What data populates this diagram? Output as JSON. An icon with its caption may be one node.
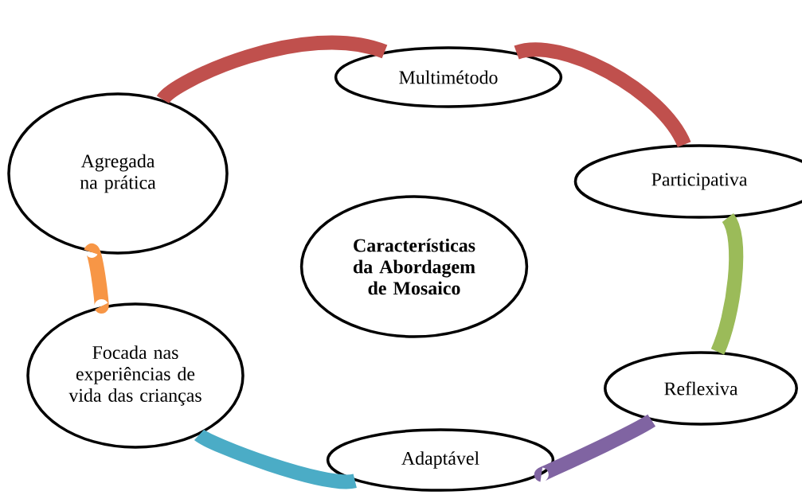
{
  "diagram": {
    "nodes": [
      {
        "text": [
          "Características da Abordagem de Mosaico"
        ]
      },
      {
        "text": [
          "Multimétodo"
        ]
      },
      {
        "text": [
          "Participativa"
        ]
      },
      {
        "text": [
          "Reflexiva"
        ]
      },
      {
        "text": [
          "Adaptável"
        ]
      },
      {
        "text": [
          "Focada nas experiências de vida das crianças"
        ]
      },
      {
        "text": [
          "Agregada na prática"
        ]
      }
    ],
    "edges": [
      {
        "from": 1,
        "to": 2,
        "arrow": "none",
        "color": "#c0504d"
      },
      {
        "from": 2,
        "to": 3,
        "arrow": "none",
        "color": "#9bbb59"
      },
      {
        "from": 3,
        "to": 4,
        "arrow": "none",
        "color": "#8064a2"
      },
      {
        "from": 4,
        "to": 5,
        "arrow": "none",
        "color": "#4bacc6"
      },
      {
        "from": 5,
        "to": 6,
        "arrow": "none",
        "color": "#f79646"
      },
      {
        "from": 6,
        "to": 1,
        "arrow": "none",
        "color": "#c0504d"
      }
    ]
  }
}
